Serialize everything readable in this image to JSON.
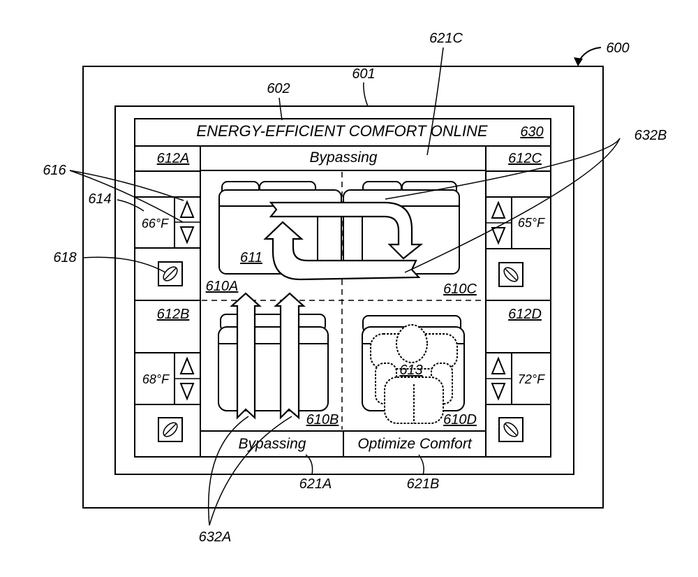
{
  "figure": {
    "device_ref": "600",
    "screen_ref": "601",
    "ui_ref": "602",
    "header": {
      "title": "ENERGY-EFFICIENT COMFORT ONLINE",
      "ref": "630"
    },
    "zones": {
      "a": {
        "ref": "612A",
        "temperature": "66°F",
        "area_ref": "610A"
      },
      "b": {
        "ref": "612B",
        "temperature": "68°F",
        "area_ref": "610B"
      },
      "c": {
        "ref": "612C",
        "temperature": "65°F",
        "area_ref": "610C"
      },
      "d": {
        "ref": "612D",
        "temperature": "72°F",
        "area_ref": "610D"
      }
    },
    "status": {
      "top": {
        "text": "Bypassing",
        "ref": "621C"
      },
      "bottom_left": {
        "text": "Bypassing",
        "ref": "621A"
      },
      "bottom_right": {
        "text": "Optimize Comfort",
        "ref": "621B"
      }
    },
    "callouts": {
      "ctrl": "616",
      "temp_display": "614",
      "eco_button": "618",
      "map": "611",
      "occupant": "613",
      "flow_top": "632B",
      "flow_bottom": "632A"
    },
    "icons": {
      "up": "triangle-up-icon",
      "down": "triangle-down-icon",
      "eco": "leaf-icon"
    }
  }
}
